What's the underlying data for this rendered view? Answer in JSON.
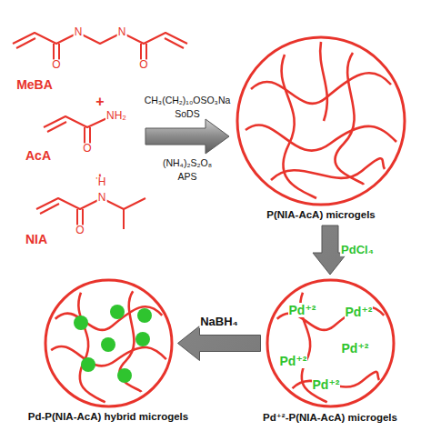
{
  "diagram": {
    "nodes": [
      {
        "text": [
          "P(NIA-AcA) microgels"
        ]
      },
      {
        "text": [
          "Pd⁺²-P(NIA-AcA) microgels",
          "Pd⁺²",
          "Pd⁺²",
          "Pd⁺²",
          "Pd⁺²",
          "Pd⁺²"
        ]
      },
      {
        "text": [
          "Pd-P(NIA-AcA) hybrid microgels"
        ]
      }
    ],
    "edges": [
      {
        "from": 0,
        "to": 1,
        "label": "PdCl₄",
        "arrow": "to"
      },
      {
        "from": 1,
        "to": 2,
        "label": "NaBH₄",
        "arrow": "to"
      }
    ],
    "labels": [
      "MeBA",
      "O",
      "N",
      "N",
      "O",
      "+",
      "AcA",
      "O",
      "NH₂",
      "+",
      "NIA",
      "H",
      "N",
      "O",
      "CH₃(CH₂)₁₀OSO₃Na",
      "SoDS",
      "(NH₄)₂S₂O₈",
      "APS"
    ]
  }
}
